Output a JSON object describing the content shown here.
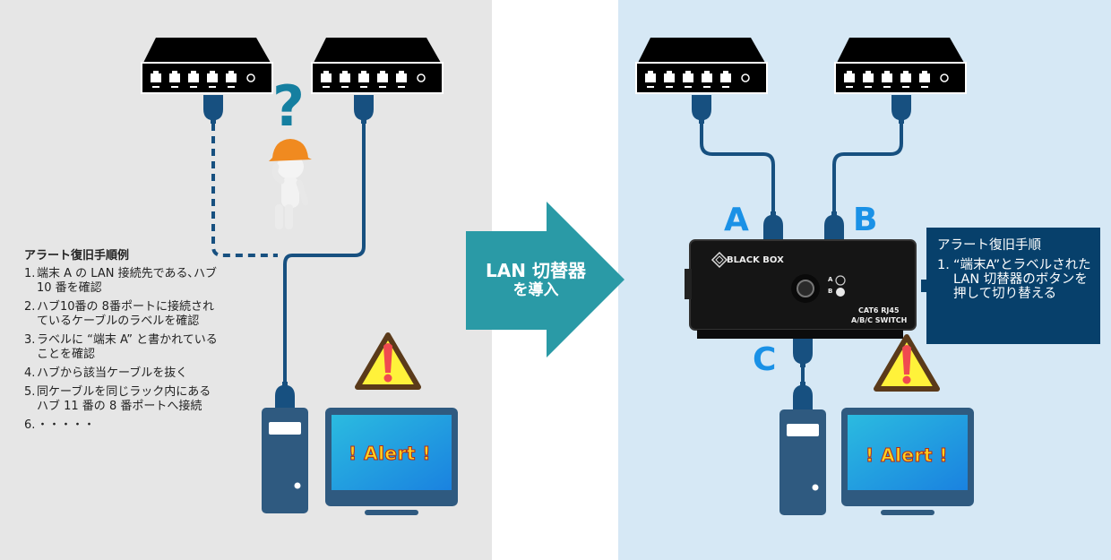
{
  "left_panel": {
    "steps_title": "アラート復旧手順例",
    "steps": [
      {
        "num": "1.",
        "text": "端末 A の LAN 接続先である､ハブ10 番を確認"
      },
      {
        "num": "2.",
        "text": "ハブ10番の 8番ポートに接続されているケーブルのラベルを確認"
      },
      {
        "num": "3.",
        "text": "ラベルに “端末 A” と書かれていることを確認"
      },
      {
        "num": "4.",
        "text": "ハブから該当ケーブルを抜く"
      },
      {
        "num": "5.",
        "text": "同ケーブルを同じラック内にあるハブ 11 番の 8 番ポートへ接続"
      },
      {
        "num": "6.",
        "text": "・・・・・"
      }
    ],
    "question_mark": "?",
    "alert_text": "! Alert !"
  },
  "arrow": {
    "line1": "LAN 切替器",
    "line2": "を導入"
  },
  "right_panel": {
    "port_labels": {
      "a": "A",
      "b": "B",
      "c": "C"
    },
    "switch": {
      "brand": "BLACK BOX",
      "led_a": "A",
      "led_b": "B",
      "model_line1": "CAT6 RJ45",
      "model_line2": "A/B/C SWITCH"
    },
    "info_box": {
      "title": "アラート復旧手順",
      "steps": [
        {
          "num": "1.",
          "text": "“端末A”とラベルされたLAN 切替器のボタンを押して切り替える"
        }
      ]
    },
    "alert_text": "! Alert !"
  },
  "colors": {
    "left_bg": "#e6e6e6",
    "right_bg": "#d6e8f5",
    "cable": "#175080",
    "arrow": "#2a9aa6",
    "info_box": "#07406b",
    "port_label": "#1a91e6",
    "question": "#157fa0"
  }
}
